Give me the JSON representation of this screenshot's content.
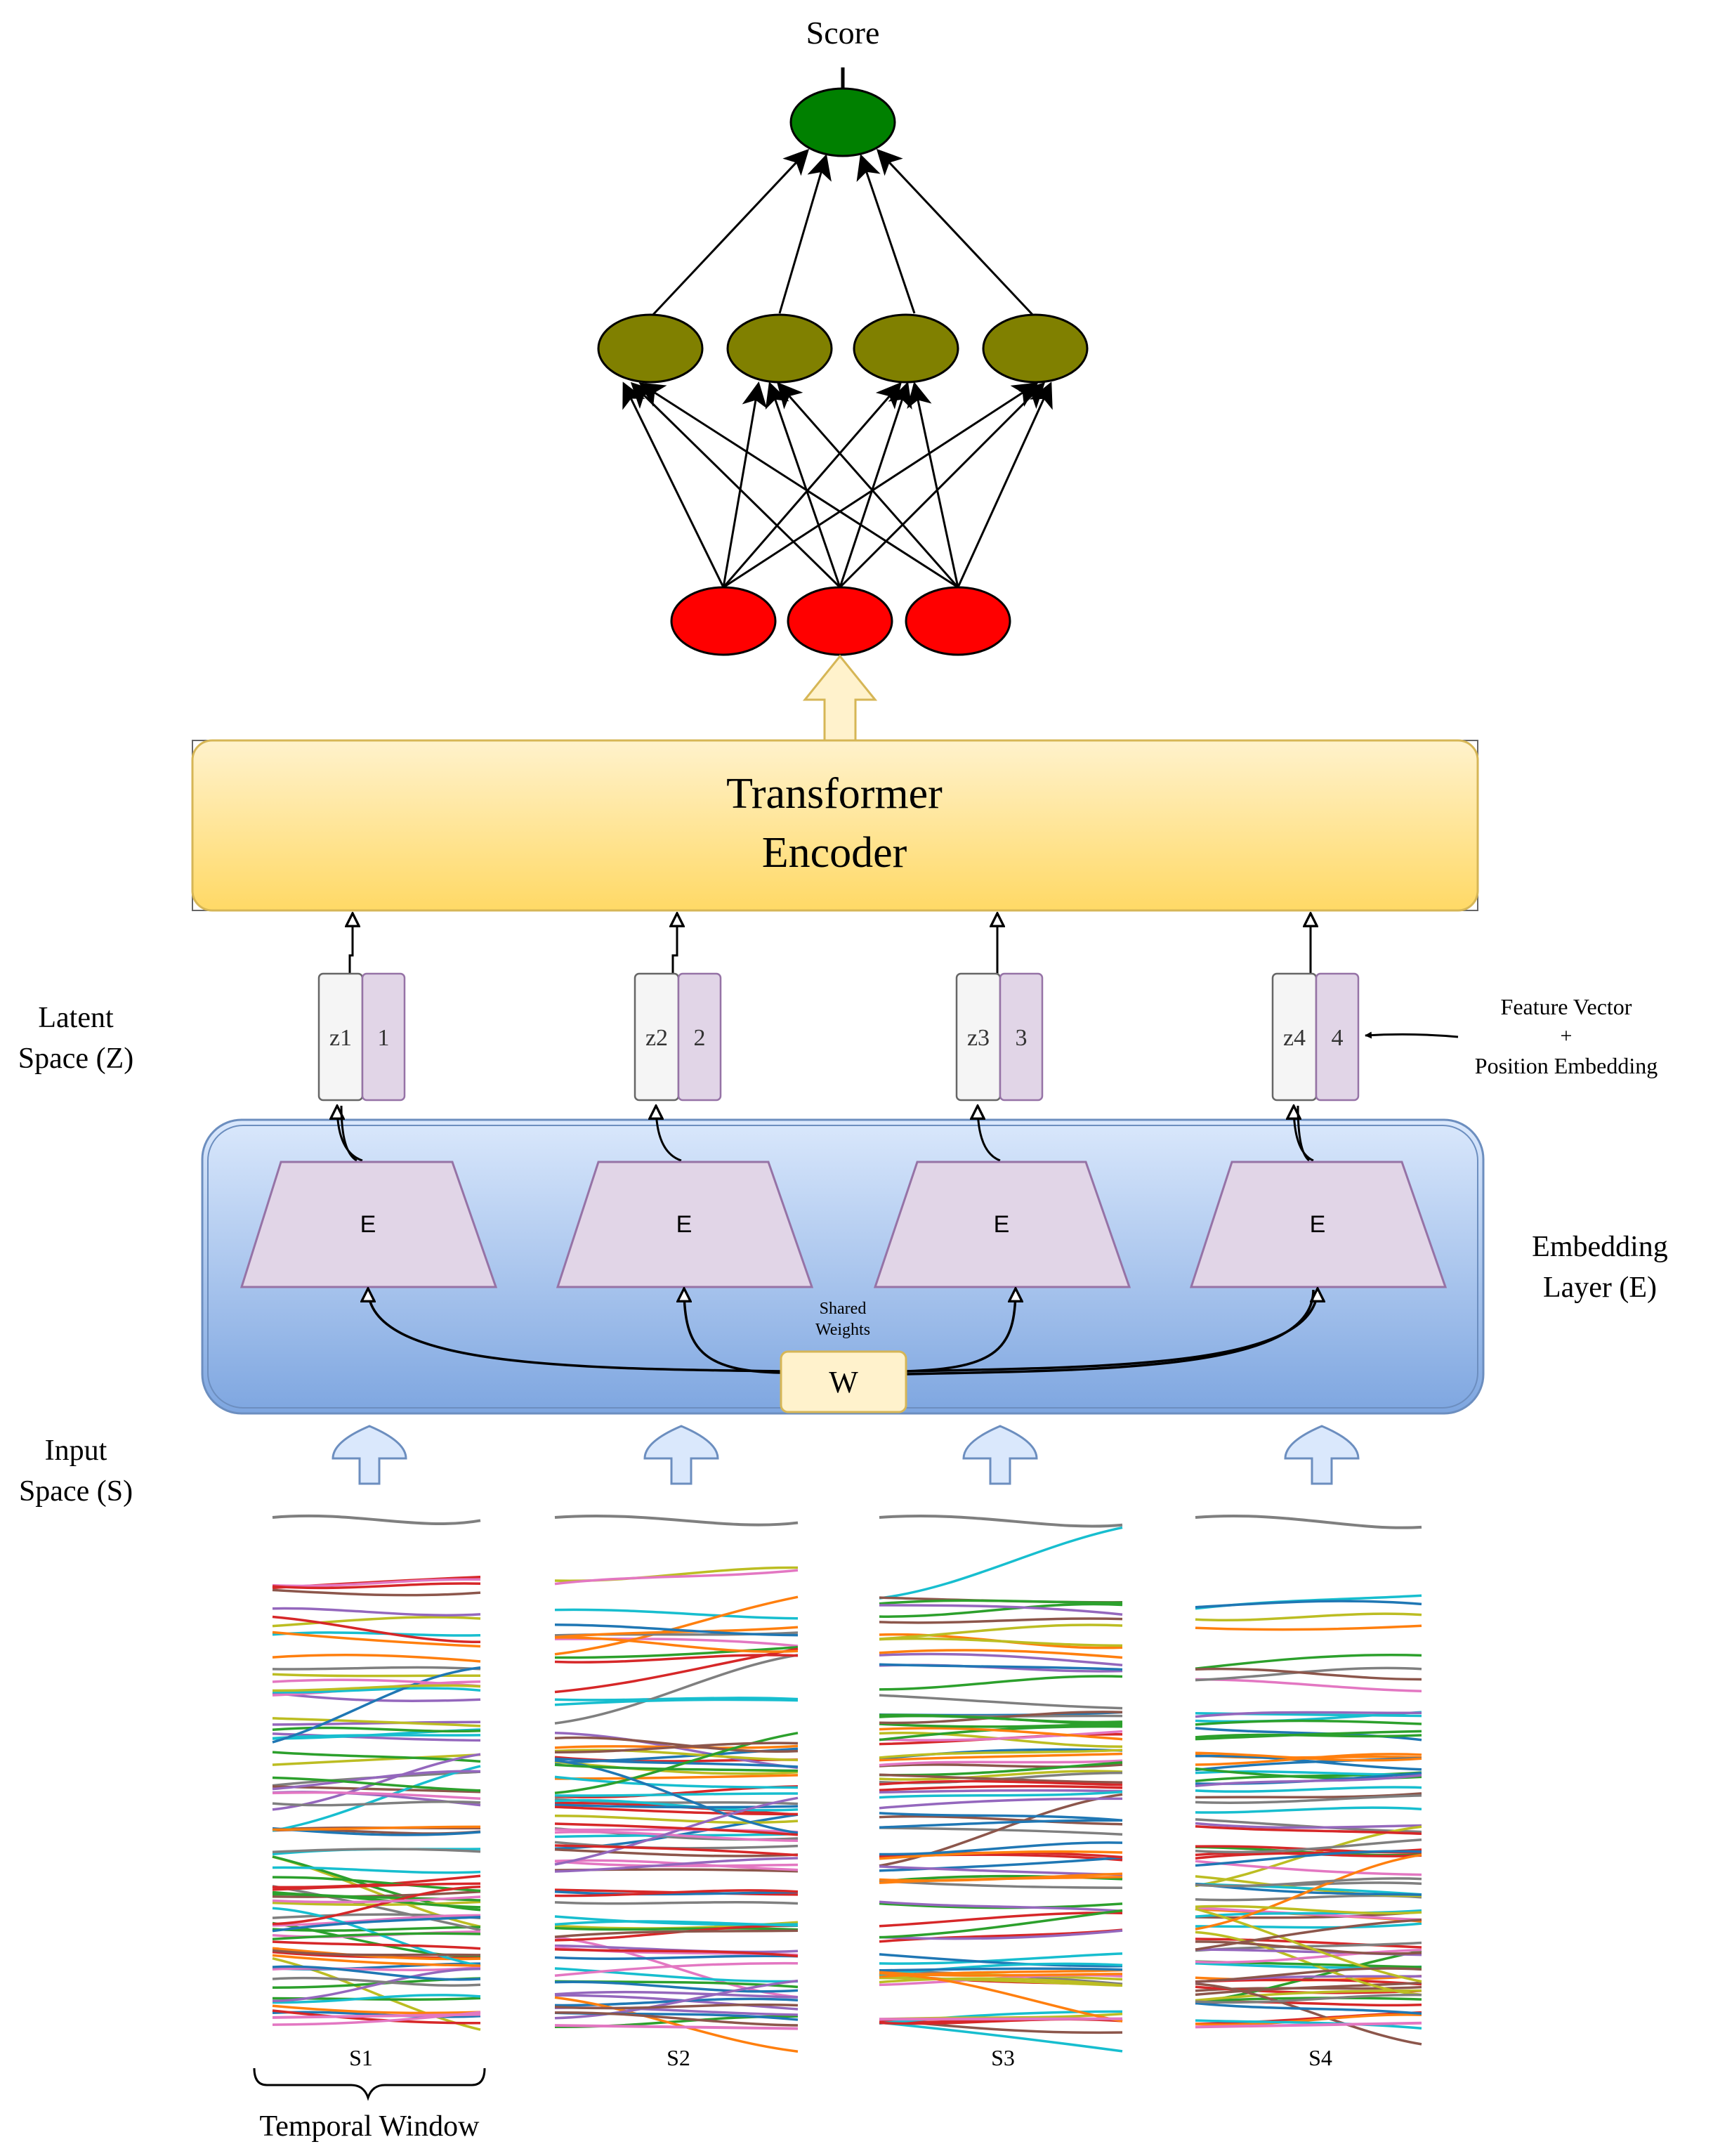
{
  "output": {
    "label": "Score",
    "color": "#008000"
  },
  "hidden_layer": {
    "color": "#808000",
    "count": 4
  },
  "input_layer": {
    "color": "#ff0000",
    "count": 3
  },
  "transformer": {
    "line1": "Transformer",
    "line2": "Encoder"
  },
  "latent": {
    "label_line1": "Latent",
    "label_line2": "Space (Z)",
    "tokens": [
      {
        "z": "z1",
        "pos": "1"
      },
      {
        "z": "z2",
        "pos": "2"
      },
      {
        "z": "z3",
        "pos": "3"
      },
      {
        "z": "z4",
        "pos": "4"
      }
    ],
    "annotation_line1": "Feature Vector",
    "annotation_line2": "+",
    "annotation_line3": "Position Embedding"
  },
  "embedding": {
    "label_line1": "Embedding",
    "label_line2": "Layer (E)",
    "encoder_label": "E",
    "shared_line1": "Shared",
    "shared_line2": "Weights",
    "weights_label": "W"
  },
  "input": {
    "label_line1": "Input",
    "label_line2": "Space (S)",
    "windows": [
      "S1",
      "S2",
      "S3",
      "S4"
    ],
    "bracket_label": "Temporal Window"
  },
  "colors": {
    "transformer_top": "#fff2cc",
    "transformer_bottom": "#ffd966",
    "embedding_top": "#dae8fc",
    "embedding_bottom": "#7ea6e0",
    "token_z": "#f5f5f5",
    "token_pos": "#e1d5e7",
    "encoder_fill": "#e1d5e7",
    "encoder_stroke": "#9673a6"
  },
  "series_palette": [
    "#1f77b4",
    "#ff7f0e",
    "#2ca02c",
    "#d62728",
    "#9467bd",
    "#8c564b",
    "#e377c2",
    "#7f7f7f",
    "#bcbd22",
    "#17becf"
  ]
}
